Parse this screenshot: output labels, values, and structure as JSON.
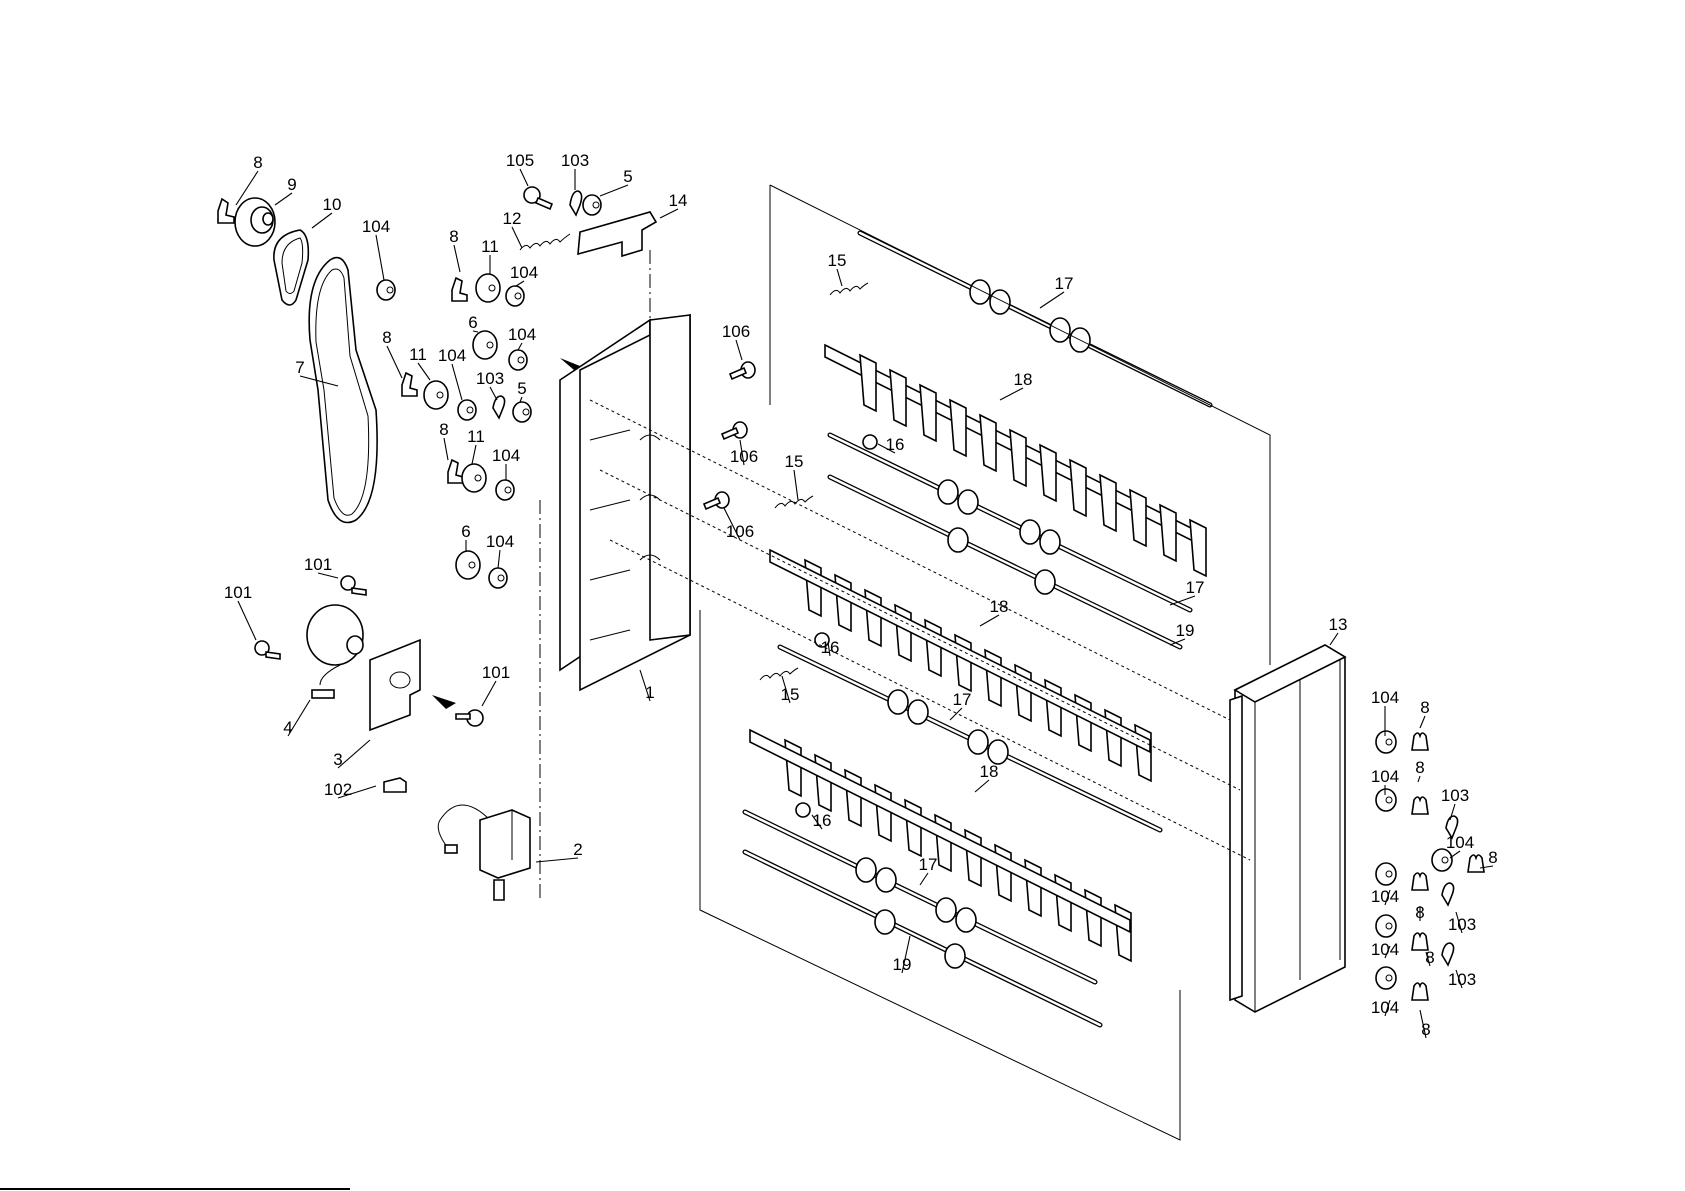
{
  "diagram": {
    "type": "exploded-parts-view",
    "components": [
      {
        "id": "frame",
        "label": "1"
      },
      {
        "id": "solenoid",
        "label": "2"
      },
      {
        "id": "motor-bracket",
        "label": "3"
      },
      {
        "id": "motor-harness",
        "label": "4"
      },
      {
        "id": "gear-5",
        "label": "5"
      },
      {
        "id": "gear-6",
        "label": "6"
      },
      {
        "id": "timing-belt-long",
        "label": "7"
      },
      {
        "id": "e-clip",
        "label": "8"
      },
      {
        "id": "pulley",
        "label": "9"
      },
      {
        "id": "timing-belt-short",
        "label": "10"
      },
      {
        "id": "gear-11",
        "label": "11"
      },
      {
        "id": "spring-12",
        "label": "12"
      },
      {
        "id": "rear-bracket",
        "label": "13"
      },
      {
        "id": "lever",
        "label": "14"
      },
      {
        "id": "spring-15",
        "label": "15"
      },
      {
        "id": "collar",
        "label": "16"
      },
      {
        "id": "roller-shaft-17",
        "label": "17"
      },
      {
        "id": "guide-plate-assembly",
        "label": "18"
      },
      {
        "id": "roller-shaft-19",
        "label": "19"
      },
      {
        "id": "screw-101",
        "label": "101"
      },
      {
        "id": "clamp-102",
        "label": "102"
      },
      {
        "id": "retainer-103",
        "label": "103"
      },
      {
        "id": "bushing-104",
        "label": "104"
      },
      {
        "id": "stud-105",
        "label": "105"
      },
      {
        "id": "screw-106",
        "label": "106"
      }
    ],
    "callouts": [
      {
        "text": "8"
      },
      {
        "text": "9"
      },
      {
        "text": "10"
      },
      {
        "text": "104"
      },
      {
        "text": "8"
      },
      {
        "text": "11"
      },
      {
        "text": "104"
      },
      {
        "text": "105"
      },
      {
        "text": "103"
      },
      {
        "text": "5"
      },
      {
        "text": "12"
      },
      {
        "text": "14"
      },
      {
        "text": "6"
      },
      {
        "text": "104"
      },
      {
        "text": "7"
      },
      {
        "text": "8"
      },
      {
        "text": "11"
      },
      {
        "text": "104"
      },
      {
        "text": "103"
      },
      {
        "text": "5"
      },
      {
        "text": "8"
      },
      {
        "text": "11"
      },
      {
        "text": "104"
      },
      {
        "text": "6"
      },
      {
        "text": "104"
      },
      {
        "text": "106"
      },
      {
        "text": "106"
      },
      {
        "text": "106"
      },
      {
        "text": "15"
      },
      {
        "text": "17"
      },
      {
        "text": "18"
      },
      {
        "text": "16"
      },
      {
        "text": "15"
      },
      {
        "text": "17"
      },
      {
        "text": "18"
      },
      {
        "text": "16"
      },
      {
        "text": "19"
      },
      {
        "text": "15"
      },
      {
        "text": "17"
      },
      {
        "text": "18"
      },
      {
        "text": "16"
      },
      {
        "text": "17"
      },
      {
        "text": "19"
      },
      {
        "text": "101"
      },
      {
        "text": "101"
      },
      {
        "text": "101"
      },
      {
        "text": "4"
      },
      {
        "text": "3"
      },
      {
        "text": "102"
      },
      {
        "text": "2"
      },
      {
        "text": "1"
      },
      {
        "text": "13"
      },
      {
        "text": "104"
      },
      {
        "text": "8"
      },
      {
        "text": "104"
      },
      {
        "text": "8"
      },
      {
        "text": "103"
      },
      {
        "text": "104"
      },
      {
        "text": "8"
      },
      {
        "text": "104"
      },
      {
        "text": "8"
      },
      {
        "text": "103"
      },
      {
        "text": "104"
      },
      {
        "text": "8"
      },
      {
        "text": "103"
      },
      {
        "text": "104"
      },
      {
        "text": "8"
      }
    ]
  }
}
